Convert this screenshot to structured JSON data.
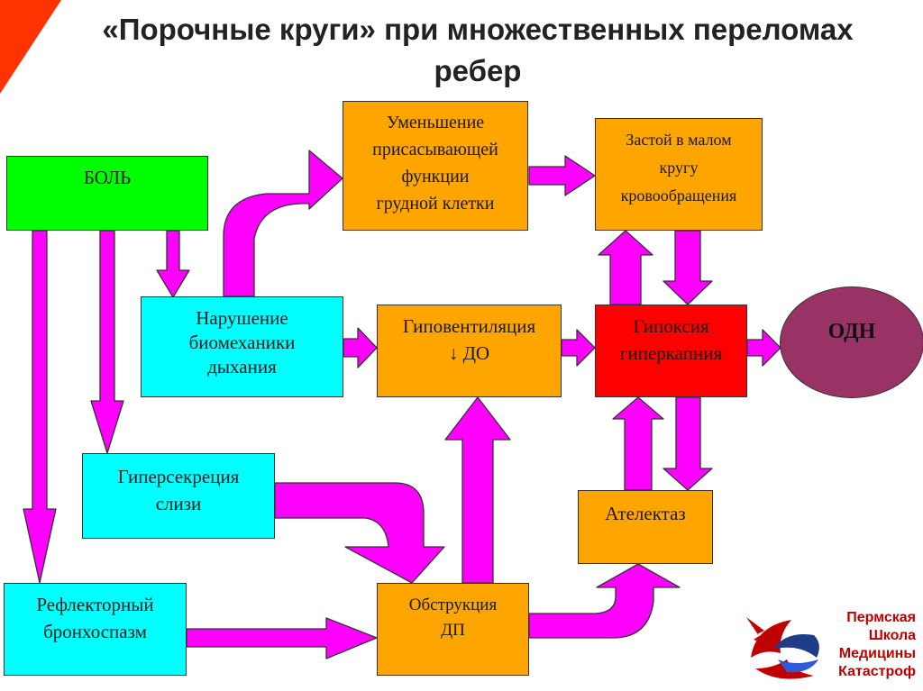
{
  "slide": {
    "title": "«Порочные круги» при множественных переломах ребер"
  },
  "nodes": {
    "pain": "БОЛЬ",
    "suction": "Уменьшение\nприсасывающей\nфункции\nгрудной клетки",
    "stasis": "Застой в малом\nкругу\nкровообращения",
    "biomech": "Нарушение\nбиомеханики\nдыхания",
    "hypovent": "Гиповентиляция\n↓ ДО",
    "hypoxia": "Гипоксия\nгиперкапния",
    "odn": "ОДН",
    "hypersec": "Гиперсекреция\nслизи",
    "atelect": "Ателектаз",
    "reflex": "Рефлекторный\nбронхоспазм",
    "obstr": "Обструкция\nДП"
  },
  "logo": {
    "text": "Пермская\nШкола\nМедицины\nКатастроф"
  },
  "colors": {
    "arrow": "#ff00ff",
    "box_orange": "#ffa500",
    "box_cyan": "#00ffff",
    "box_green": "#00ff00",
    "box_red": "#ff0000",
    "ellipse": "#993366",
    "corner": "#ff3300"
  }
}
